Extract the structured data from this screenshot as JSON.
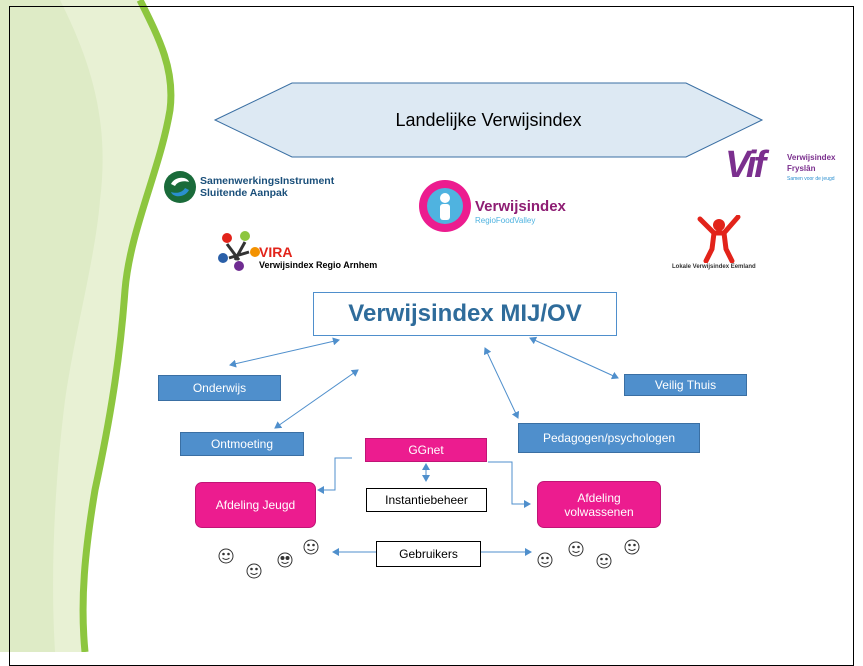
{
  "header": {
    "national_index": "Landelijke Verwijsindex"
  },
  "logos": {
    "samenwerking_line1": "SamenwerkingsInstrument",
    "samenwerking_line2": "Sluitende Aanpak",
    "vira_title": "VIRA",
    "vira_subtitle": "Verwijsindex Regio Arnhem",
    "foodvalley_title": "Verwijsindex",
    "foodvalley_subtitle": "RegioFoodValley",
    "fryslan_mark": "Vif",
    "fryslan_line1": "Verwijsindex",
    "fryslan_line2": "Fryslân",
    "fryslan_tagline": "Samen voor de jeugd",
    "eemland": "Lokale Verwijsindex Eemland"
  },
  "diagram": {
    "main_title": "Verwijsindex MIJ/OV",
    "onderwijs": "Onderwijs",
    "ontmoeting": "Ontmoeting",
    "veilig_thuis": "Veilig Thuis",
    "pedagogen": "Pedagogen/psychologen",
    "ggnet": "GGnet",
    "afdeling_jeugd": "Afdeling Jeugd",
    "afdeling_volwassenen": "Afdeling volwassenen",
    "instantiebeheer": "Instantiebeheer",
    "gebruikers": "Gebruikers"
  },
  "colors": {
    "box_blue": "#4f8fcc",
    "box_pink": "#ec1c8f",
    "hexagon_fill": "#dde9f3",
    "title_text": "#2f6c9b",
    "wave_green": "#8dc63f",
    "wave_light": "#e8f1d4"
  },
  "icons": [
    "smiley-icon",
    "arrow-icon"
  ]
}
